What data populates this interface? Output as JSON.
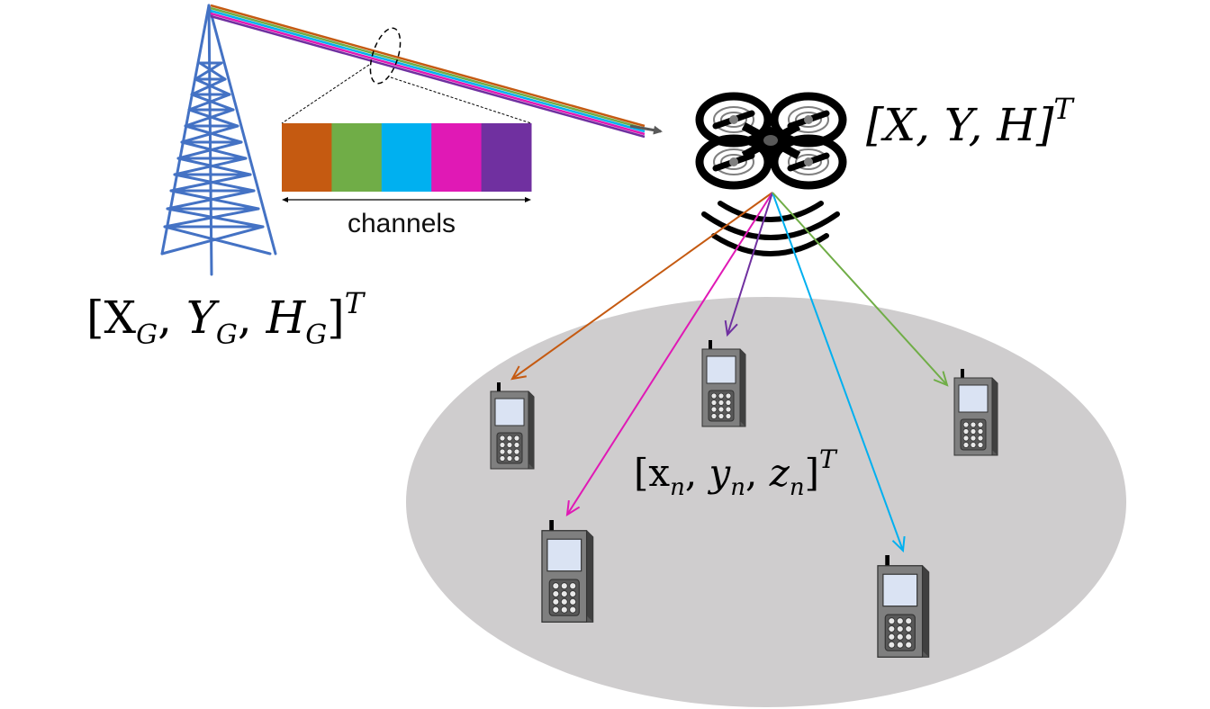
{
  "colors": {
    "tower": "#4472c4",
    "ground_area": "#cfcdce",
    "ch1": "#c55a11",
    "ch2": "#70ad47",
    "ch3": "#00b0f0",
    "ch4": "#e019b5",
    "ch5": "#7030a0",
    "phone_body": "#7f7f7f",
    "phone_screen": "#dae3f3",
    "backhaul_arrow": "#595959"
  },
  "tower": {
    "coord_label": "[X_G, Y_G, H_G]^T",
    "coord_base": "[X",
    "sub_g": "G",
    "comma": ", ",
    "y": "Y",
    "h": "H",
    "close": "]",
    "sup_t": "T"
  },
  "uav": {
    "coord_label": "[X, Y, H]^T",
    "text_main": "[X, Y, H]",
    "sup_t": "T"
  },
  "channels": {
    "label": "channels",
    "count": 5,
    "colors_order": [
      "ch1",
      "ch2",
      "ch3",
      "ch4",
      "ch5"
    ]
  },
  "user": {
    "coord_label": "[x_n, y_n, z_n]^T",
    "x": "[x",
    "y": "y",
    "z": "z",
    "sub_n": "n",
    "comma": ", ",
    "close": "]",
    "sup_t": "T"
  },
  "links": [
    "ch1",
    "ch4",
    "ch5",
    "ch3",
    "ch2"
  ],
  "icons": {
    "tower": "cell-tower-icon",
    "uav": "quadcopter-drone-icon",
    "phone": "mobile-phone-icon",
    "signal": "wireless-signal-icon"
  }
}
